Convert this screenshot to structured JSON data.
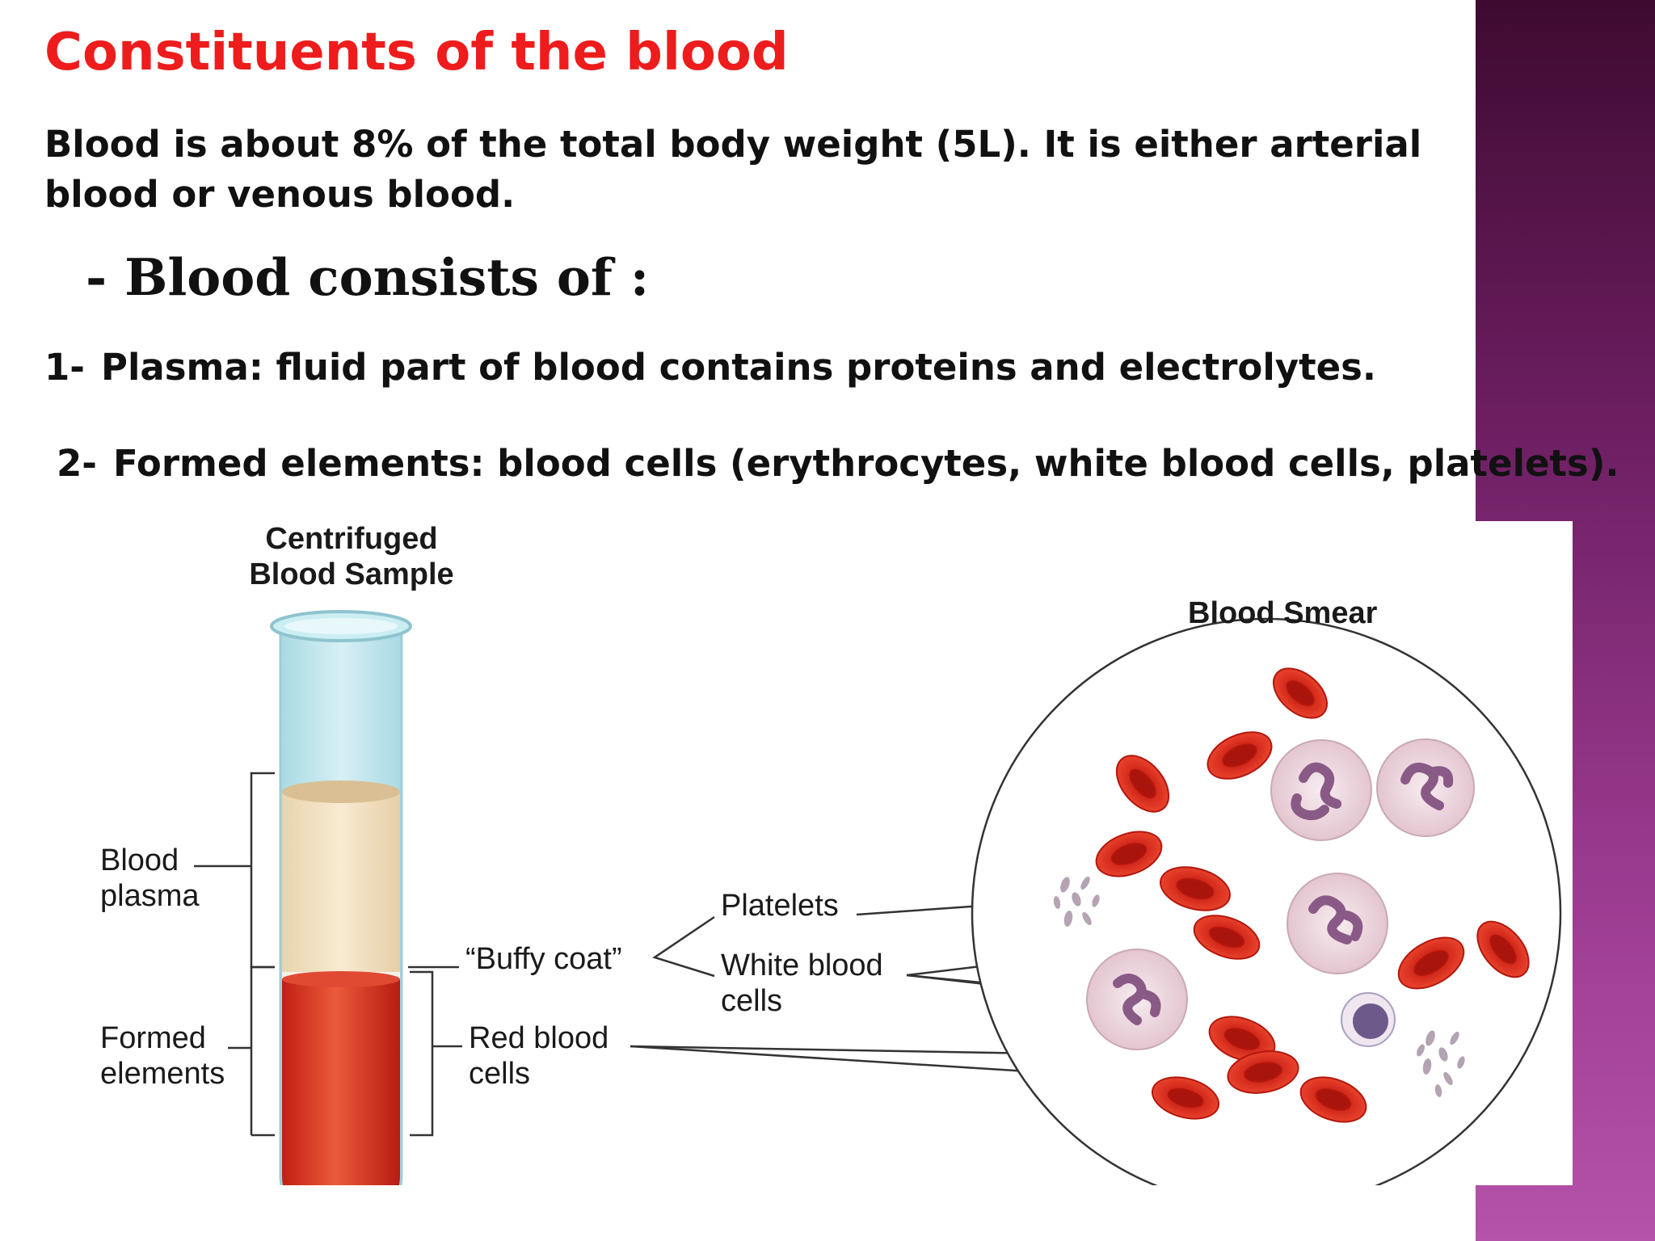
{
  "slide": {
    "title": "Constituents of the blood",
    "intro": "Blood is about 8% of the total body weight (5L). It is either arterial blood or venous blood.",
    "consists_heading": "- Blood consists of :",
    "items": [
      {
        "number": "1-",
        "text": "Plasma: fluid part of blood contains proteins and electrolytes."
      },
      {
        "number": "2-",
        "text": "Formed elements: blood cells (erythrocytes, white blood cells, platelets)."
      }
    ]
  },
  "figure": {
    "tube_title_line1": "Centrifuged",
    "tube_title_line2": "Blood Sample",
    "smear_title": "Blood Smear",
    "plasma_label_line1": "Blood",
    "plasma_label_line2": "plasma",
    "formed_label_line1": "Formed",
    "formed_label_line2": "elements",
    "buffy_label": "“Buffy coat”",
    "rbc_label_line1": "Red blood",
    "rbc_label_line2": "cells",
    "platelets_label": "Platelets",
    "wbc_label_line1": "White blood",
    "wbc_label_line2": "cells"
  },
  "colors": {
    "title_red": "#ee1c1c",
    "side_band": "#7a2a6e",
    "plasma": "#f3e3c4",
    "red_cells": "#d8291c",
    "tube_glass": "#bfe3ea",
    "wbc_fill": "#f1dde4",
    "wbc_nucleus": "#8a5a86"
  }
}
